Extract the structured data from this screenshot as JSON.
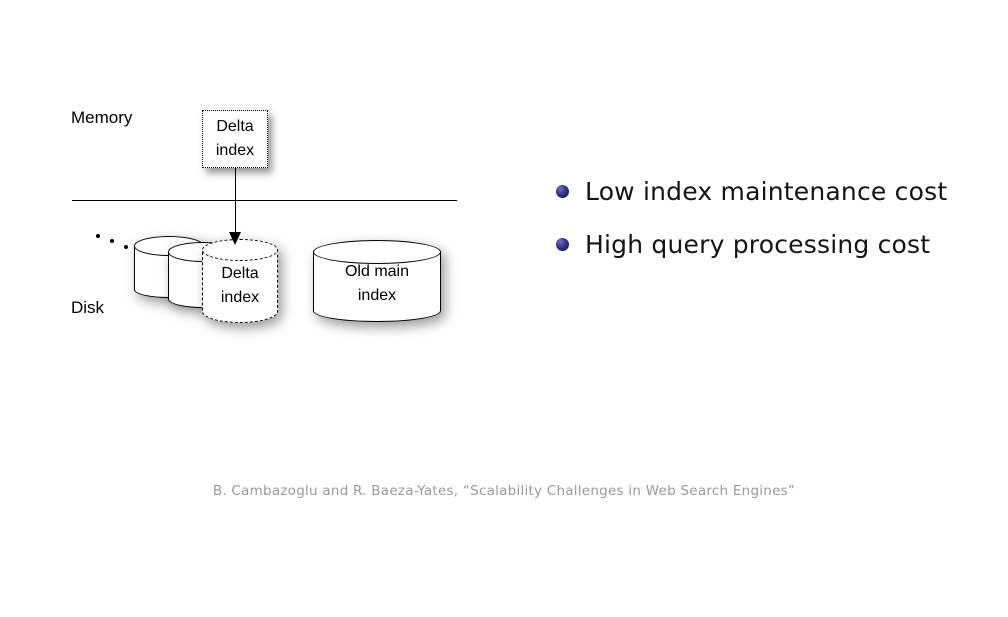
{
  "slide": {
    "background_color": "#ffffff",
    "diagram": {
      "tier_labels": {
        "memory": "Memory",
        "disk": "Disk"
      },
      "memory_box": {
        "line1": "Delta",
        "line2": "index",
        "border_style": "dotted"
      },
      "disk_delta_cylinder": {
        "line1": "Delta",
        "line2": "index",
        "border_style": "dashed"
      },
      "disk_main_cylinder": {
        "line1": "Old main",
        "line2": "index",
        "border_style": "solid"
      },
      "ellipsis": "...",
      "arrow": "down-arrow-memory-to-disk",
      "divider": "memory-disk-divider-line"
    },
    "bullets": {
      "marker_color": "#26268c",
      "items": [
        {
          "text": "Low index maintenance cost"
        },
        {
          "text": "High query processing cost"
        }
      ]
    },
    "citation": {
      "text": "B. Cambazoglu and R. Baeza-Yates, “Scalability Challenges in Web Search Engines”",
      "color": "#9a9a9a"
    }
  }
}
